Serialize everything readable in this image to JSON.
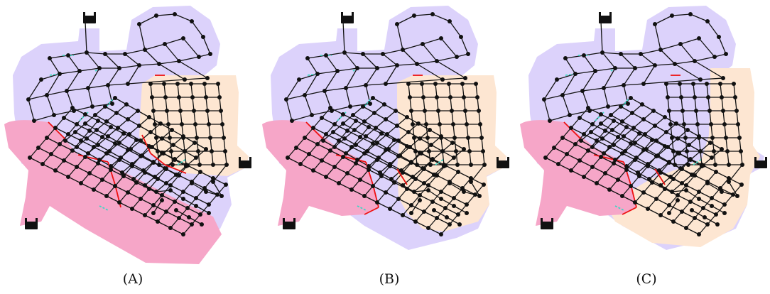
{
  "figure": {
    "panels": [
      {
        "caption": "(A)",
        "variant": "A"
      },
      {
        "caption": "(B)",
        "variant": "B"
      },
      {
        "caption": "(C)",
        "variant": "C"
      }
    ]
  },
  "colors": {
    "lavender_zone": "#dcd2fb",
    "pink_zone": "#f6a6c8",
    "peach_zone": "#fde6d2",
    "pipe": "#111111",
    "boundary_pipe": "#ee1111",
    "closed_valve": "#3fd6c4",
    "node": "#111111",
    "tank": "#111111"
  },
  "icons": [
    "tank-icon"
  ]
}
